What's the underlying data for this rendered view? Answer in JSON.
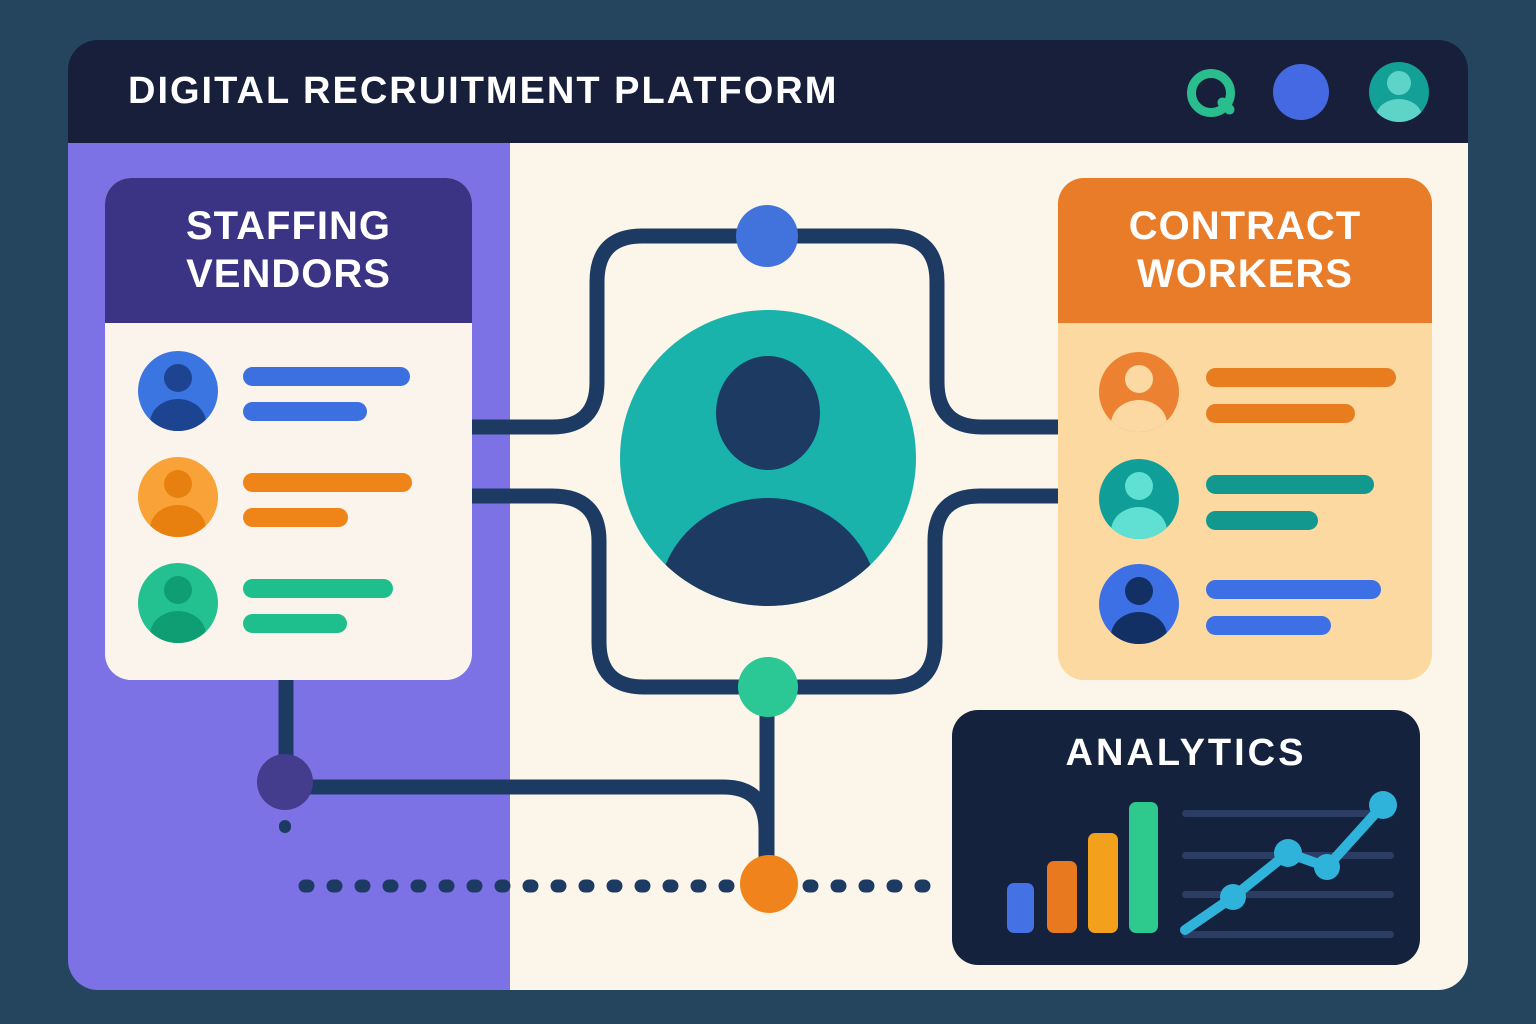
{
  "window": {
    "title": "DIGITAL RECRUITMENT PLATFORM",
    "header_icons": [
      "search-icon",
      "notification-dot",
      "user-avatar"
    ]
  },
  "staffing_card": {
    "title_line1": "STAFFING",
    "title_line2": "VENDORS",
    "rows": [
      {
        "accent": "#3c70e0",
        "avatar": "blue person"
      },
      {
        "accent": "#ef8418",
        "avatar": "orange person"
      },
      {
        "accent": "#1ebf8d",
        "avatar": "green person"
      }
    ]
  },
  "contract_card": {
    "title_line1": "CONTRACT",
    "title_line2": "WORKERS",
    "rows": [
      {
        "accent": "#e87d20",
        "avatar": "orange person"
      },
      {
        "accent": "#12988f",
        "avatar": "teal person"
      },
      {
        "accent": "#3c70e4",
        "avatar": "blue person"
      }
    ]
  },
  "analytics_card": {
    "title": "ANALYTICS"
  },
  "chart_data": [
    {
      "type": "bar",
      "values": [
        38,
        55,
        76,
        100
      ],
      "colors": [
        "#4472e4",
        "#e8791e",
        "#f3a01d",
        "#2ec98c"
      ],
      "title": "ANALYTICS",
      "xlabel": "",
      "ylabel": "",
      "ylim": [
        0,
        100
      ],
      "note": "unlabeled decorative bars, rising left to right"
    },
    {
      "type": "line",
      "x": [
        0,
        1,
        2,
        3,
        4
      ],
      "y": [
        0,
        26,
        62,
        50,
        100
      ],
      "color": "#2fb3da",
      "gridlines": 4,
      "note": "upward zigzag trend line with 4 marker dots"
    }
  ],
  "nodes": {
    "top": "blue",
    "bottom": "green",
    "junction": "orange",
    "vendor": "purple"
  },
  "colors": {
    "background": "#25455e",
    "header": "#171f3b",
    "sidebar": "#7c72e5",
    "canvas": "#fbf5ea",
    "connector": "#1d3a63",
    "hub": "#19b3ab",
    "staffing_header": "#3b3383",
    "contract_header": "#e87c28",
    "contract_body": "#fbd9a0",
    "analytics_bg": "#15223d",
    "search_icon": "#2abd8e"
  }
}
